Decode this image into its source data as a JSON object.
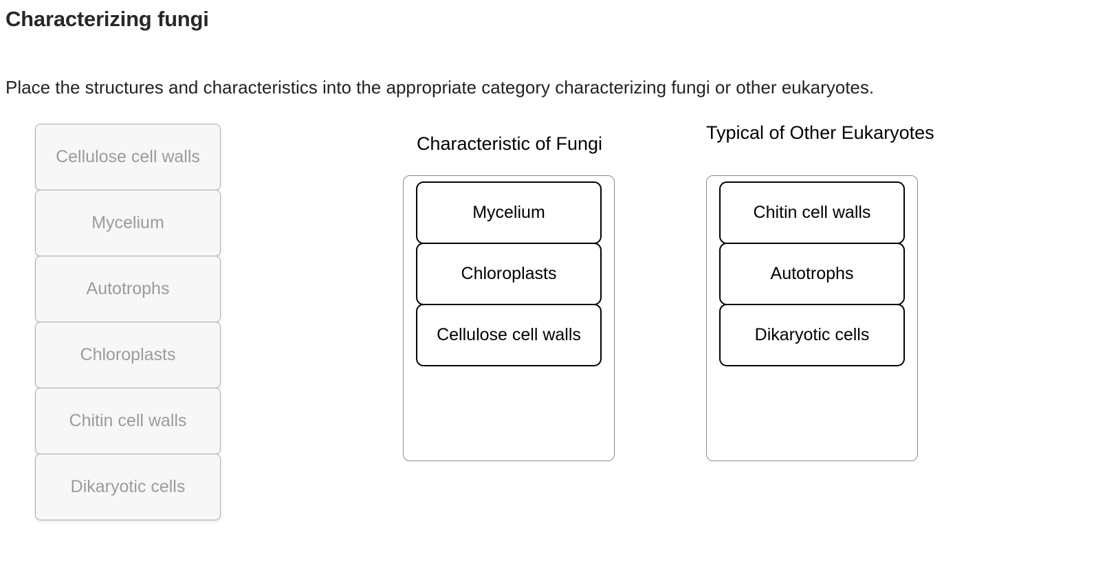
{
  "page": {
    "title": "Characterizing fungi",
    "instructions": "Place the structures and characteristics into the appropriate category characterizing fungi or other eukaryotes."
  },
  "colors": {
    "title_text": "#26282a",
    "body_text": "#1f2123",
    "source_tile_background": "#f7f7f7",
    "source_tile_border": "#adadad",
    "source_tile_text": "#9b9b9b",
    "dropzone_border": "#8a8a8a",
    "placed_tile_border": "#000000",
    "placed_tile_text": "#000000",
    "page_background": "#ffffff"
  },
  "source_tray": {
    "name": "answer-bank",
    "tiles": [
      {
        "label": "Cellulose cell walls"
      },
      {
        "label": "Mycelium"
      },
      {
        "label": "Autotrophs"
      },
      {
        "label": "Chloroplasts"
      },
      {
        "label": "Chitin cell walls"
      },
      {
        "label": "Dikaryotic cells"
      }
    ]
  },
  "categories": [
    {
      "id": "fungi",
      "title": "Characteristic of Fungi",
      "placed": [
        {
          "label": "Mycelium"
        },
        {
          "label": "Chloroplasts"
        },
        {
          "label": "Cellulose cell walls"
        }
      ]
    },
    {
      "id": "eukarya",
      "title": "Typical of Other Eukaryotes",
      "placed": [
        {
          "label": "Chitin cell walls"
        },
        {
          "label": "Autotrophs"
        },
        {
          "label": "Dikaryotic cells"
        }
      ]
    }
  ]
}
